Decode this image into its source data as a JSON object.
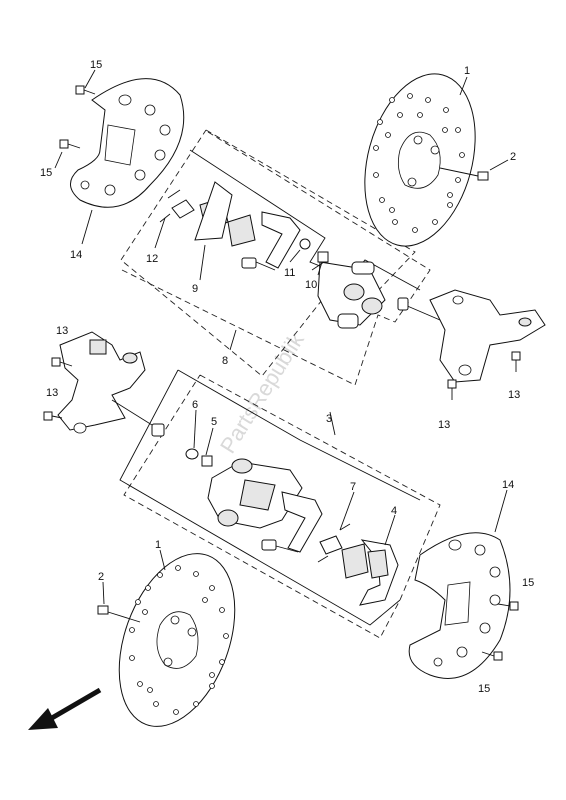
{
  "watermark": "PartsRepublik",
  "callouts": {
    "c1_top": "1",
    "c2_top": "2",
    "c15_a": "15",
    "c15_b": "15",
    "c14_top": "14",
    "c12": "12",
    "c9": "9",
    "c11": "11",
    "c10": "10",
    "c8": "8",
    "c13_a": "13",
    "c13_b": "13",
    "c13_c": "13",
    "c13_d": "13",
    "c3": "3",
    "c6": "6",
    "c5": "5",
    "c7": "7",
    "c4": "4",
    "c14_bottom": "14",
    "c15_c": "15",
    "c15_d": "15",
    "c1_bottom": "1",
    "c2_bottom": "2"
  }
}
